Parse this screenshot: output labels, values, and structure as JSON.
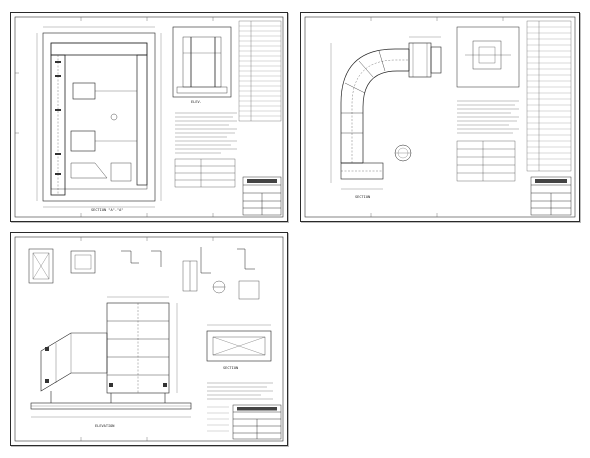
{
  "sheets": [
    {
      "id": "sheet-1",
      "view": "plan-elevation"
    },
    {
      "id": "sheet-2",
      "view": "bend-elevation"
    },
    {
      "id": "sheet-3",
      "view": "sections-details"
    }
  ]
}
